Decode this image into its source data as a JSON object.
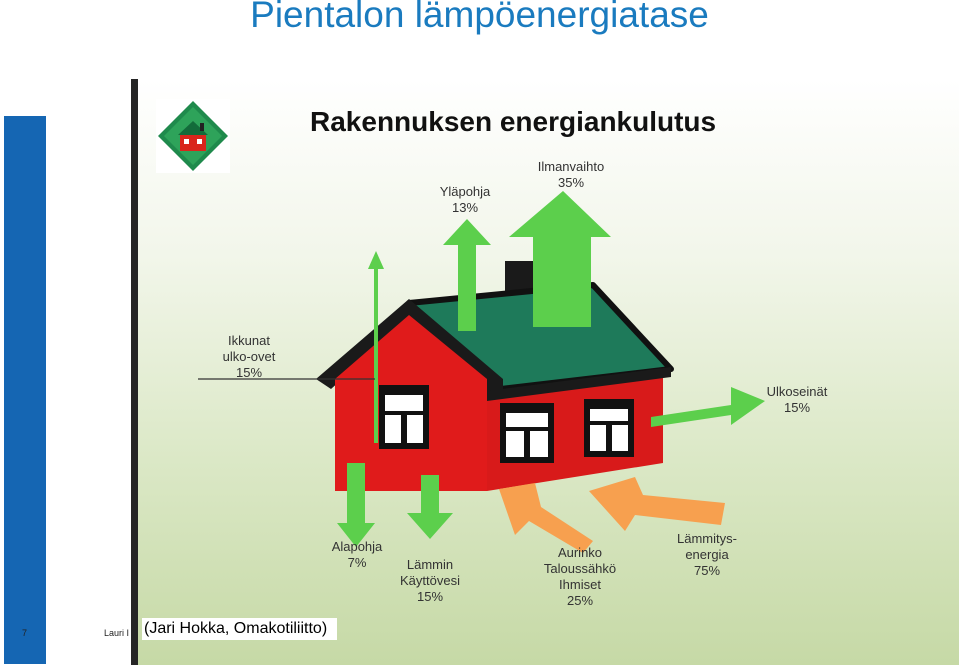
{
  "slide": {
    "title": "Pientalon lämpöenergiatase",
    "page_number": "7",
    "author_fragment": "Lauri I",
    "caption": "(Jari Hokka, Omakotiliitto)"
  },
  "diagram": {
    "heading": "Rakennuksen energiankulutus",
    "labels": {
      "ilmanvaihto": "Ilmanvaihto\n35%",
      "ylapohja": "Yläpohja\n13%",
      "ikkunat": "Ikkunat\nulko-ovet\n15%",
      "ulkoseinat": "Ulkoseinät\n15%",
      "alapohja": "Alapohja\n7%",
      "lammin_kayttovesi": "Lämmin\nKäyttövesi\n15%",
      "aurinko": "Aurinko\nTaloussähkö\nIhmiset\n25%",
      "lammitysenergia": "Lämmitys-\nenergia\n75%"
    }
  },
  "colors": {
    "title": "#1a7bbf",
    "sidebar": "#1566b3",
    "roof": "#1e7a5a",
    "wall": "#e01b1b",
    "loss_arrow": "#5ccf4c",
    "gain_arrow": "#f7a04f"
  },
  "icons": [
    "house-logo-icon"
  ]
}
